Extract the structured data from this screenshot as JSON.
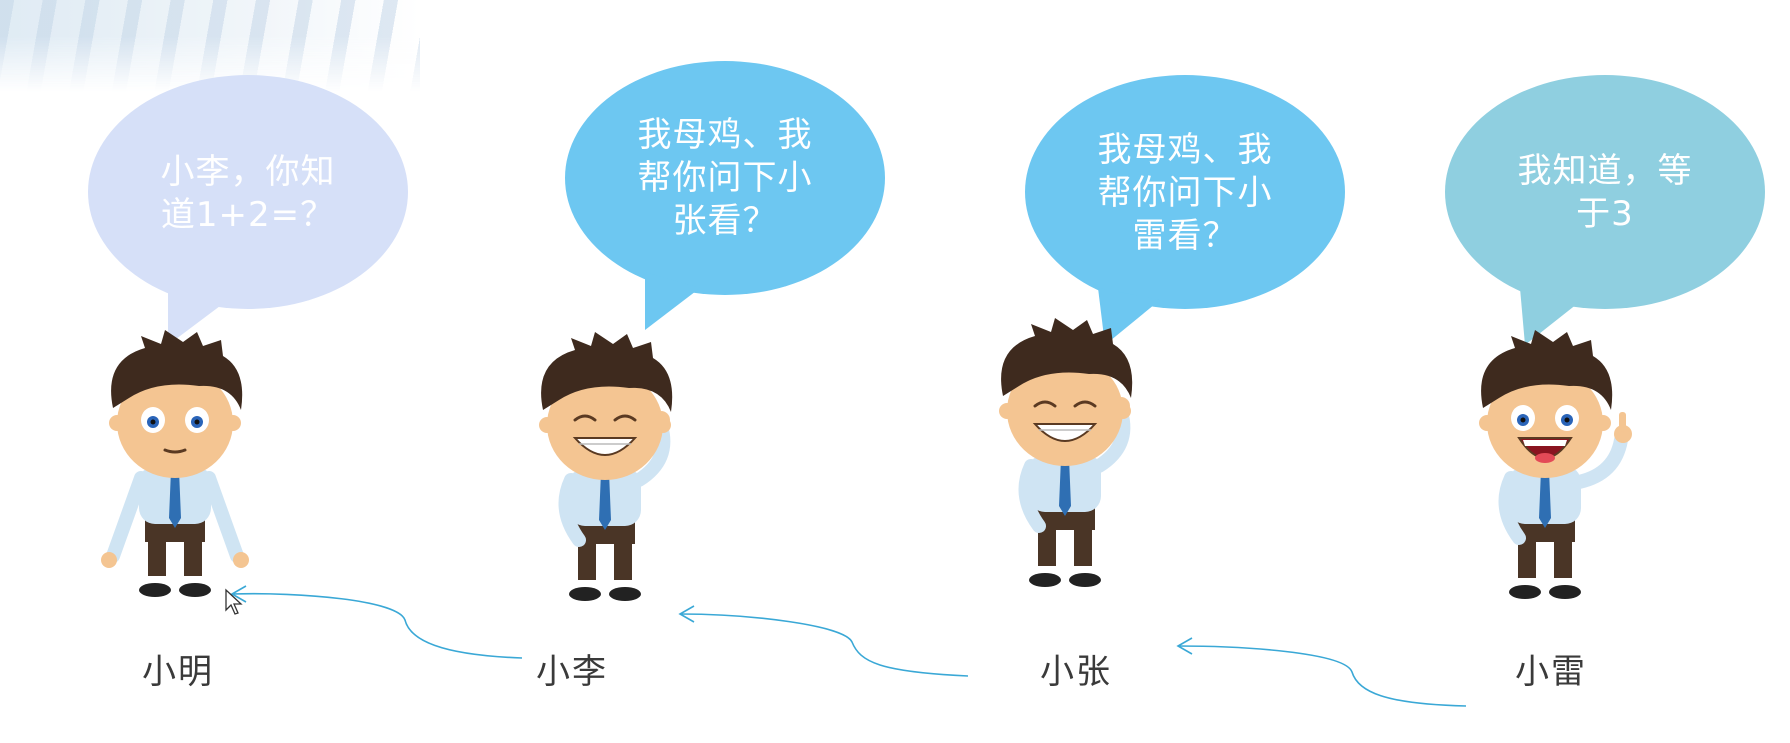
{
  "colors": {
    "bubble_1": "#d6e0f8",
    "bubble_2": "#6dc7f1",
    "bubble_3": "#6dc7f1",
    "bubble_4": "#8fcfe0",
    "arrow": "#3aa8d6",
    "hair": "#3e2a1e",
    "skin": "#f4c592",
    "shirt": "#cfe4f3",
    "tie": "#2f6fb3",
    "pants": "#4a3526",
    "shoes": "#222222"
  },
  "characters": [
    {
      "name": "小明",
      "speech": [
        "小李，你知",
        "道1+2=？"
      ],
      "expression": "neutral",
      "pose": "arms-out"
    },
    {
      "name": "小李",
      "speech": [
        "我母鸡、我",
        "帮你问下小",
        "张看？"
      ],
      "expression": "grin",
      "pose": "scratch-head"
    },
    {
      "name": "小张",
      "speech": [
        "我母鸡、我",
        "帮你问下小",
        "雷看？"
      ],
      "expression": "grin",
      "pose": "scratch-head"
    },
    {
      "name": "小雷",
      "speech": [
        "我知道，等",
        "于3"
      ],
      "expression": "excited",
      "pose": "finger-up"
    }
  ],
  "icons": {
    "cursor": "mouse-pointer-icon",
    "arrow": "curved-arrow-icon"
  }
}
